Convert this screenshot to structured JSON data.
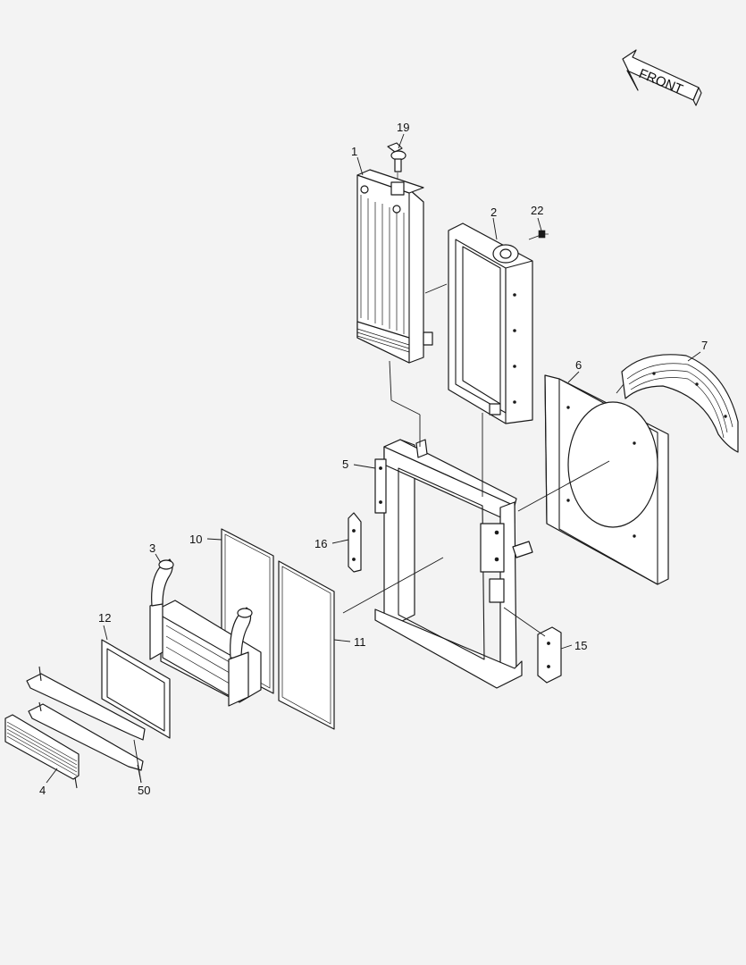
{
  "front_arrow_label": "FRONT",
  "callouts": {
    "p1": "1",
    "p2": "2",
    "p3": "3",
    "p4": "4",
    "p5": "5",
    "p6": "6",
    "p7": "7",
    "p10": "10",
    "p11": "11",
    "p12": "12",
    "p15": "15",
    "p16": "16",
    "p19": "19",
    "p22": "22",
    "p50": "50"
  }
}
